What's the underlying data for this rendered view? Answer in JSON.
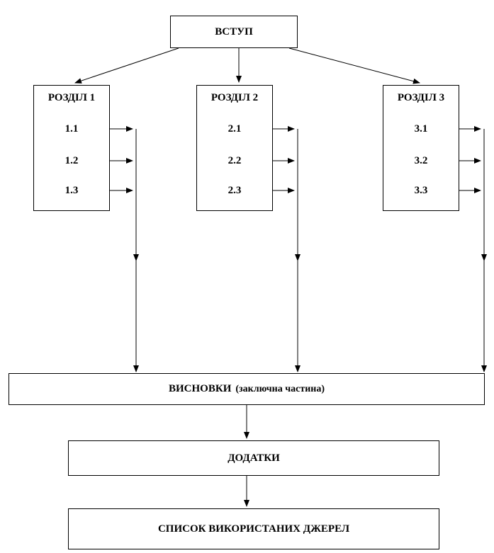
{
  "diagram": {
    "intro": {
      "label": "ВСТУП"
    },
    "sections": [
      {
        "title": "РОЗДІЛ 1",
        "items": [
          "1.1",
          "1.2",
          "1.3"
        ]
      },
      {
        "title": "РОЗДІЛ 2",
        "items": [
          "2.1",
          "2.2",
          "2.3"
        ]
      },
      {
        "title": "РОЗДІЛ 3",
        "items": [
          "3.1",
          "3.2",
          "3.3"
        ]
      }
    ],
    "conclusions": {
      "title": "ВИСНОВКИ",
      "subtitle": "(заключна частина)"
    },
    "appendices": {
      "label": "ДОДАТКИ"
    },
    "references": {
      "label": "СПИСОК ВИКОРИСТАНИХ ДЖЕРЕЛ"
    }
  },
  "colors": {
    "line": "#000000",
    "box_border": "#000000",
    "background": "#ffffff",
    "text": "#000000"
  }
}
